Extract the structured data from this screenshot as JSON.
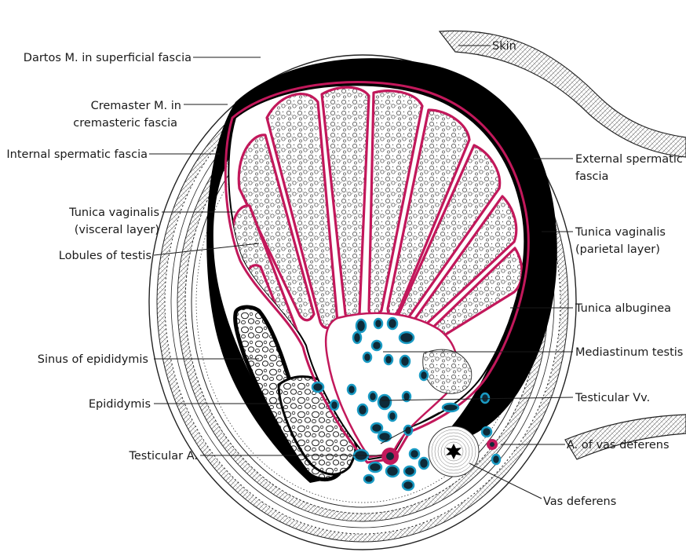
{
  "colors": {
    "epithelium": "#c2185b",
    "vessel": "#1a9bc4",
    "vessel_core": "#0e2a38",
    "tunica_albuginea": "#000000",
    "background": "#ffffff"
  },
  "labels": {
    "skin": "Skin",
    "dartos": "Dartos M. in superficial fascia",
    "cremaster_l1": "Cremaster M. in",
    "cremaster_l2": "cremasteric fascia",
    "internal_spermatic": "Internal spermatic fascia",
    "external_spermatic_l1": "External spermatic",
    "external_spermatic_l2": "fascia",
    "tv_visceral_l1": "Tunica vaginalis",
    "tv_visceral_l2": "(visceral layer)",
    "lobules": "Lobules of testis",
    "tv_parietal_l1": "Tunica vaginalis",
    "tv_parietal_l2": "(parietal layer)",
    "tunica_albuginea": "Tunica albuginea",
    "mediastinum": "Mediastinum testis",
    "sinus_epididymis": "Sinus of epididymis",
    "epididymis": "Epididymis",
    "testicular_vv": "Testicular Vv.",
    "testicular_a": "Testicular A.",
    "a_vas_deferens": "A. of vas deferens",
    "vas_deferens": "Vas deferens"
  }
}
